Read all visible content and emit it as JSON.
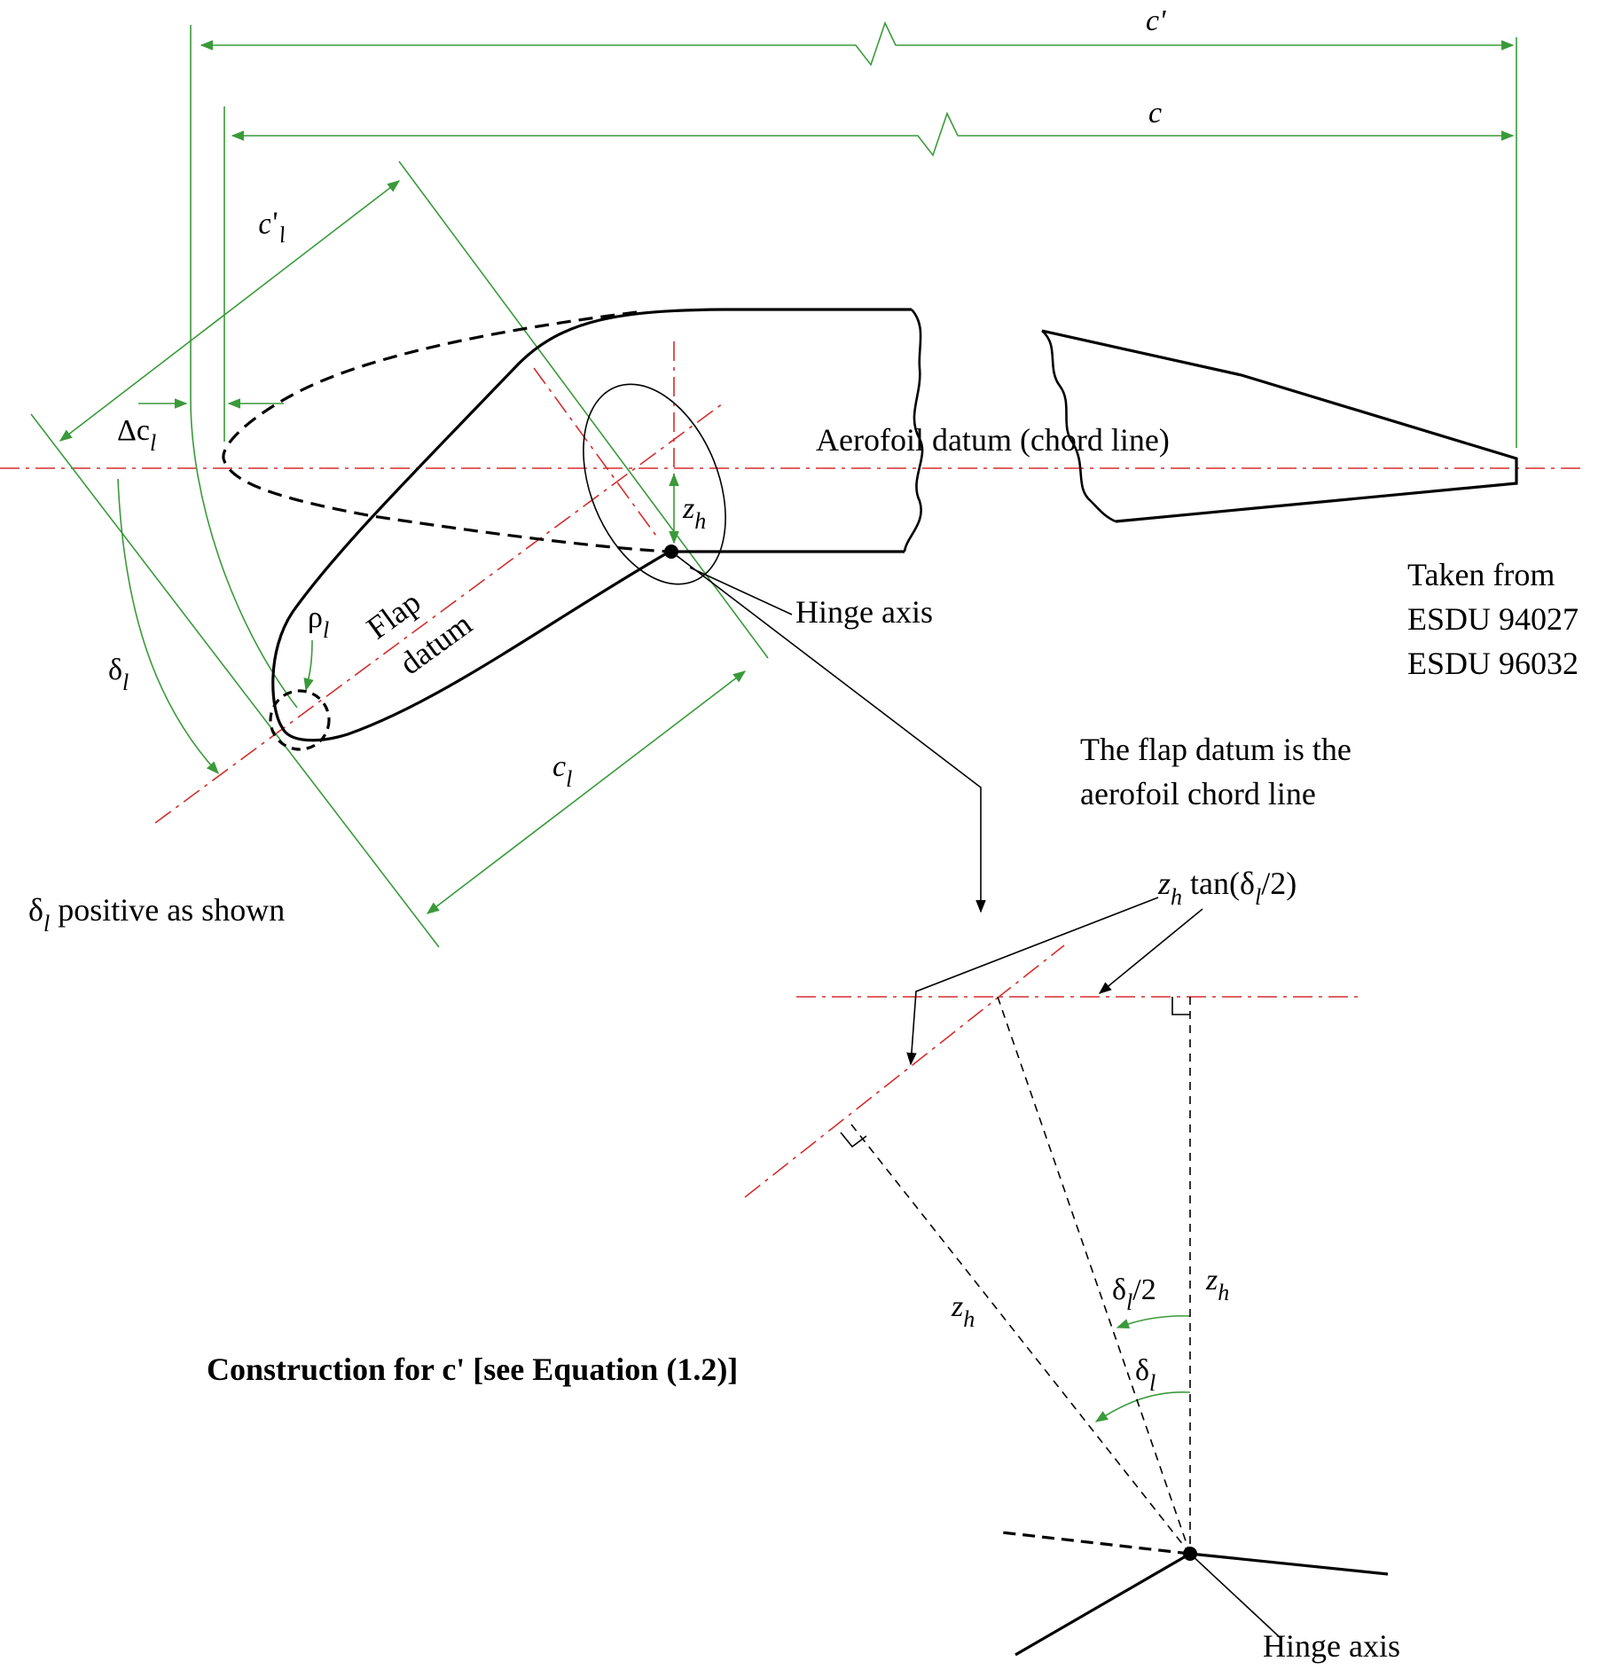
{
  "colors": {
    "green": "#3a9a3a",
    "red": "#d62d2d",
    "black": "#000000"
  },
  "dims": {
    "c_prime": "c'",
    "c": "c",
    "c_l_prime": {
      "base": "c'",
      "sub": "l"
    },
    "delta_c_l": {
      "base": "Δc",
      "sub": "l"
    },
    "z_h": {
      "base": "z",
      "sub": "h"
    },
    "c_l": {
      "base": "c",
      "sub": "l"
    },
    "rho_l": {
      "base": "ρ",
      "sub": "l"
    },
    "delta_l": {
      "base": "δ",
      "sub": "l"
    }
  },
  "labels": {
    "aerofoil_datum": "Aerofoil datum (chord line)",
    "flap_datum_1": "Flap",
    "flap_datum_2": "datum",
    "hinge_axis_top": "Hinge axis",
    "hinge_axis_bottom": "Hinge axis",
    "taken_from_1": "Taken from",
    "taken_from_2": "ESDU 94027",
    "taken_from_3": "ESDU 96032",
    "flap_datum_note_1": "The flap datum is the",
    "flap_datum_note_2": "aerofoil chord line",
    "delta_positive": {
      "base": "δ",
      "sub": "l",
      "rest": " positive as shown"
    },
    "construction_title": "Construction for c' [see Equation (1.2)]"
  },
  "construction": {
    "zh_tan": {
      "z": "z",
      "h": "h",
      "pre": " tan(δ",
      "sub": "l",
      "post": "/2)"
    },
    "zh_left": {
      "base": "z",
      "sub": "h"
    },
    "zh_right": {
      "base": "z",
      "sub": "h"
    },
    "half_angle": {
      "base": "δ",
      "sub": "l",
      "rest": "/2"
    },
    "angle": {
      "base": "δ",
      "sub": "l"
    }
  }
}
